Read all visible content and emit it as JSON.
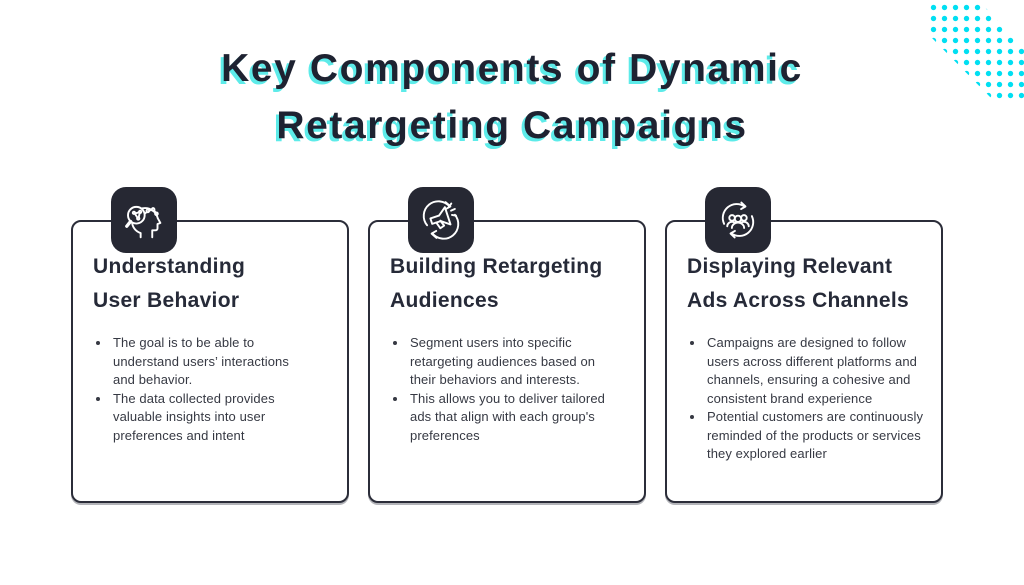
{
  "header": {
    "title_lines": [
      "Key Components of Dynamic",
      "Retargeting Campaigns"
    ]
  },
  "colors": {
    "dark_navy": "#262a38",
    "card_border": "#2b2d39",
    "cyan_dots": "#00dff2",
    "title_shadow_cyan": "#5debe9",
    "background": "#ffffff"
  },
  "decor": {
    "dots_pattern": "cyan-dot-diagonal-band-top-right"
  },
  "cards": [
    {
      "icon": "head-with-magnifier-icon",
      "title_lines": [
        "Understanding",
        "User Behavior"
      ],
      "bullets": [
        "The goal is to be able to understand users’ interactions and behavior.",
        "The data collected provides valuable insights into user preferences and intent"
      ]
    },
    {
      "icon": "megaphone-cycle-icon",
      "title_lines": [
        "Building Retargeting",
        "Audiences"
      ],
      "bullets": [
        "Segment users into specific retargeting audiences based on their behaviors and interests.",
        "This allows you to deliver tailored ads that align with each group's preferences"
      ]
    },
    {
      "icon": "people-group-cycle-icon",
      "title_lines": [
        "Displaying Relevant",
        "Ads Across Channels"
      ],
      "bullets": [
        "Campaigns are designed to follow users across different platforms and channels, ensuring a cohesive and consistent brand experience",
        "Potential customers are continuously reminded of the products or services they explored earlier"
      ]
    }
  ]
}
